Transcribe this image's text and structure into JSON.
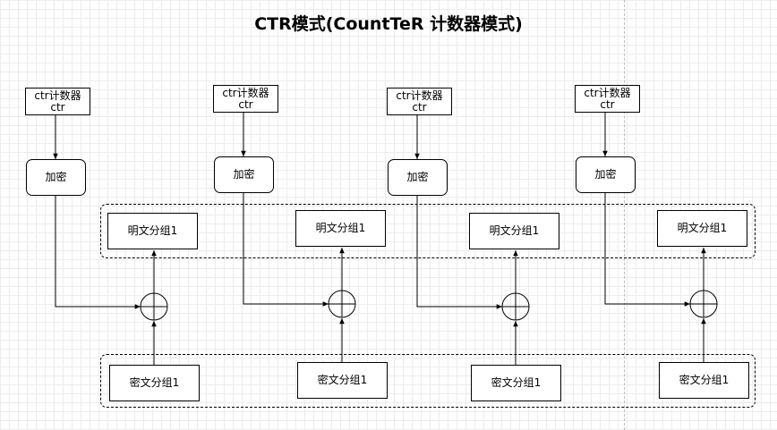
{
  "title": "CTR模式(CountTeR 计数器模式)",
  "counter": {
    "line1": "ctr计数器",
    "line2": "ctr"
  },
  "encrypt_label": "加密",
  "plaintext_label": "明文分组1",
  "ciphertext_label": "密文分组1",
  "xor_operator": "⊕"
}
